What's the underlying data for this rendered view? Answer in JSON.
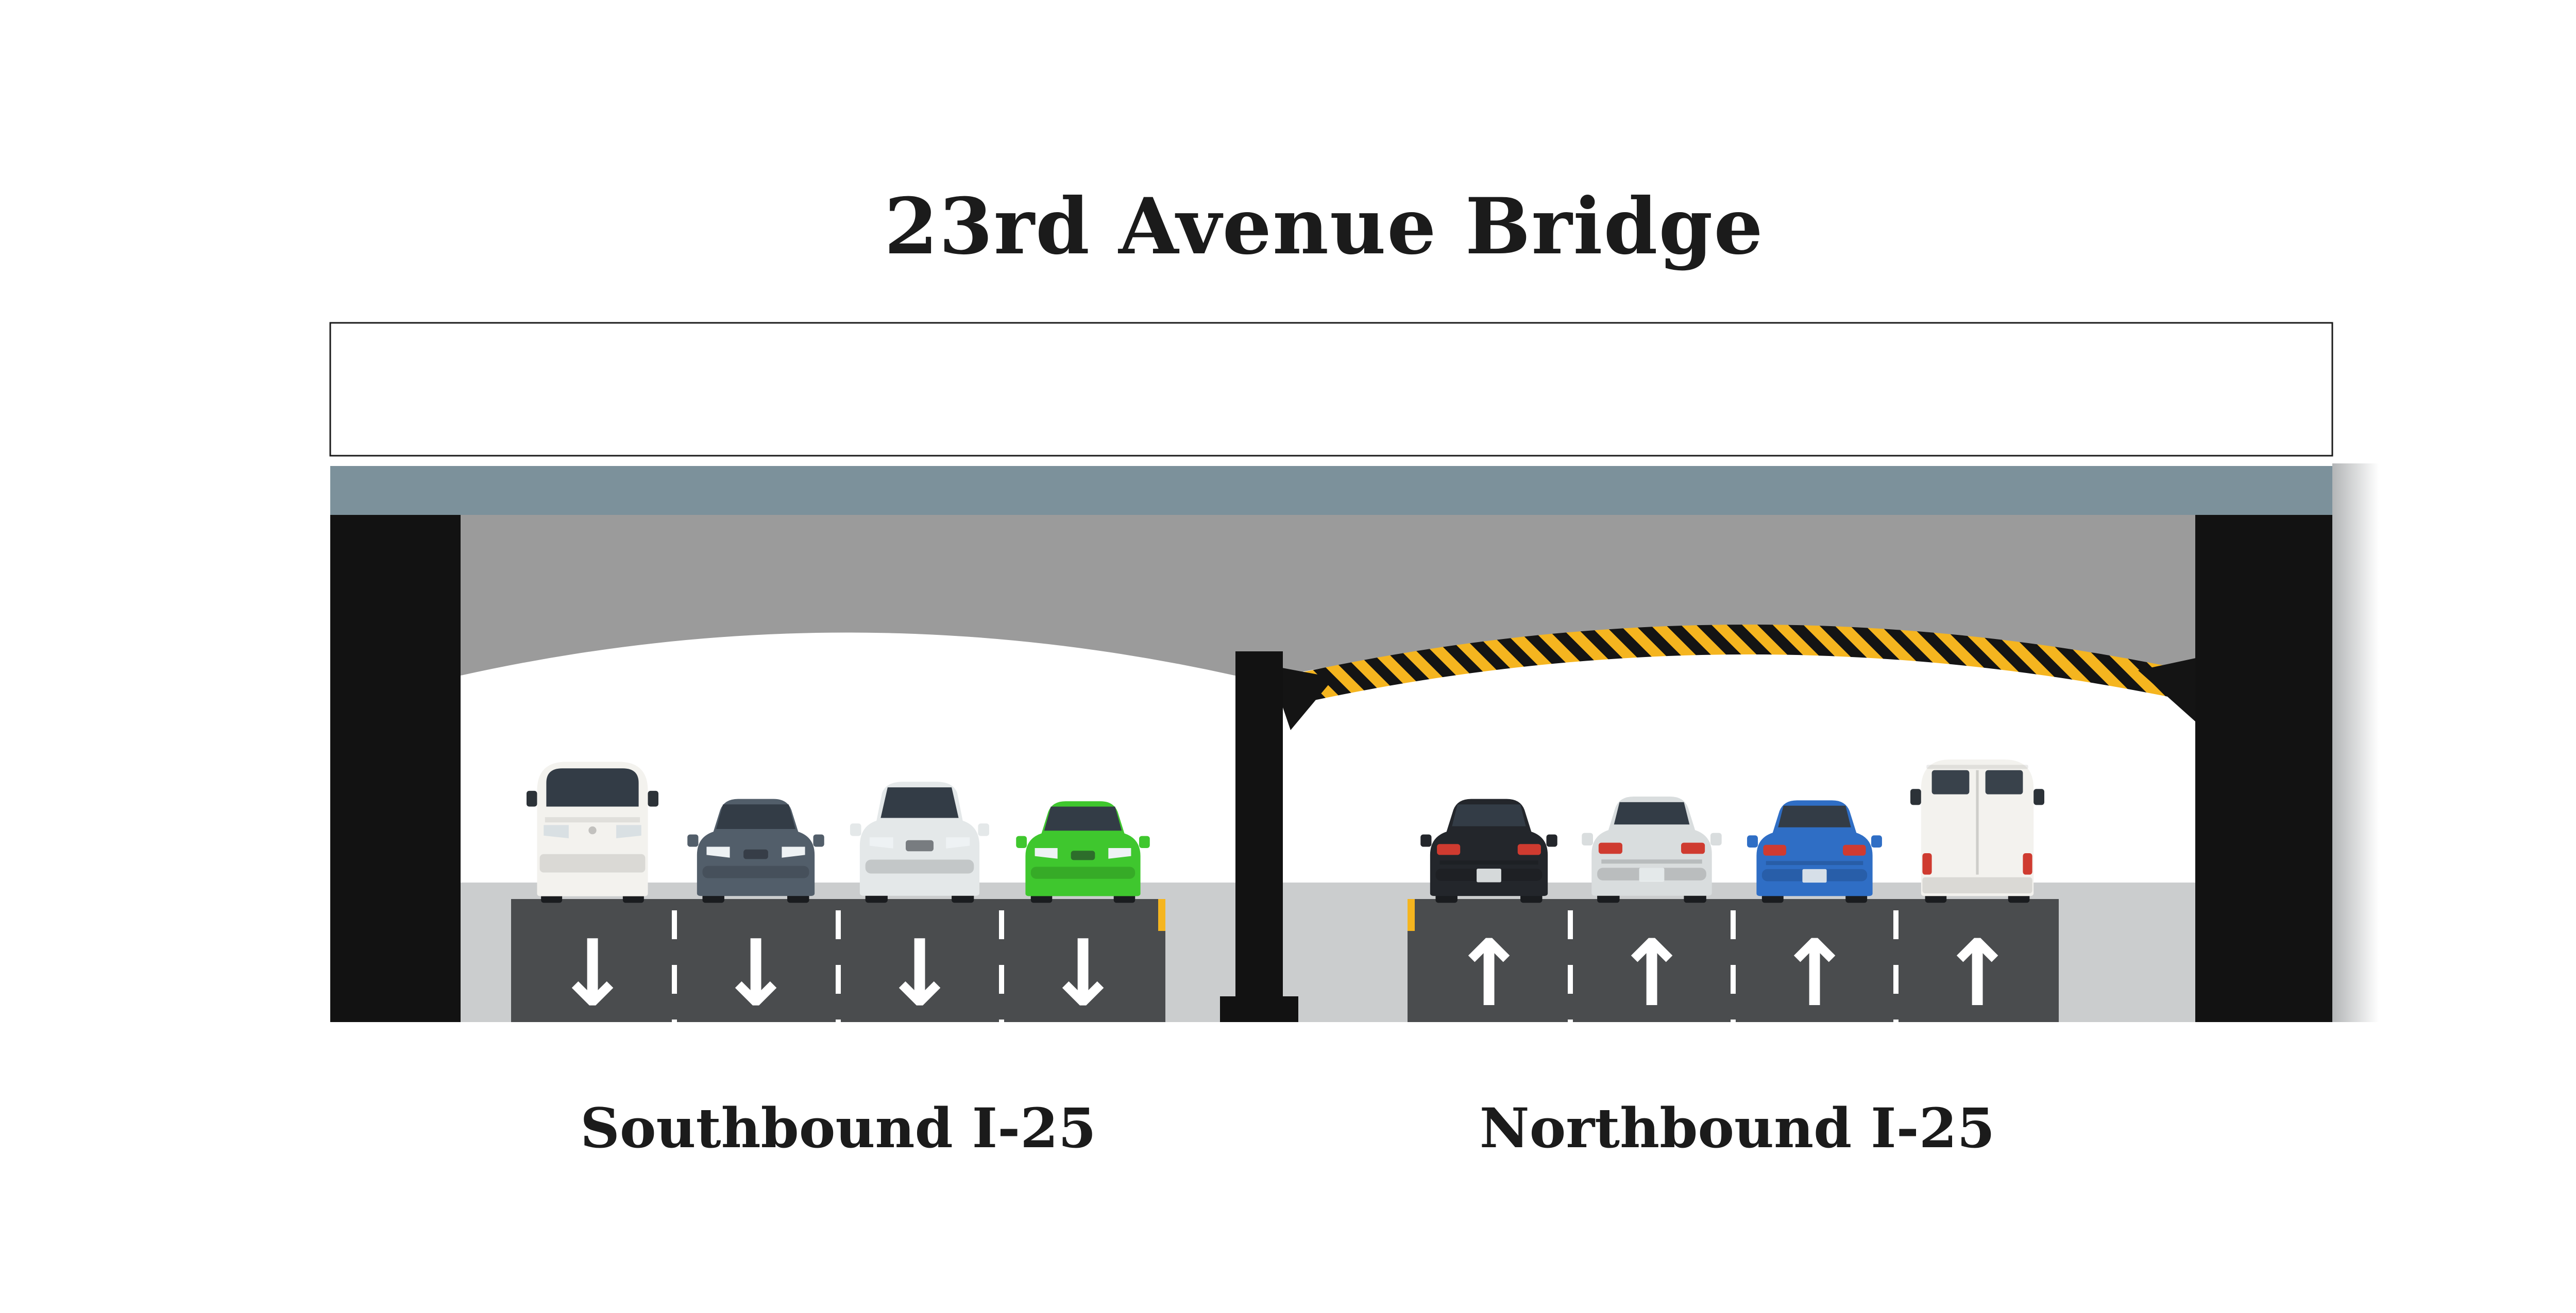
{
  "title": "23rd Avenue Bridge",
  "roadways": {
    "southbound": {
      "label": "Southbound I-25",
      "lanes": 4,
      "arrow": "↓"
    },
    "northbound": {
      "label": "Northbound I-25",
      "lanes": 4,
      "arrow": "↑"
    }
  },
  "vehicles": {
    "southbound": [
      {
        "name": "white-van",
        "type": "van",
        "view": "front",
        "color": "#F3F2EE"
      },
      {
        "name": "dark-gray-sedan",
        "type": "car",
        "view": "front",
        "color": "#525E6A"
      },
      {
        "name": "silver-suv",
        "type": "suv",
        "view": "front",
        "color": "#E4E8E9"
      },
      {
        "name": "green-car",
        "type": "car",
        "view": "front",
        "color": "#3FC72E"
      }
    ],
    "northbound": [
      {
        "name": "black-sedan",
        "type": "car",
        "view": "rear",
        "color": "#23262B"
      },
      {
        "name": "silver-coupe",
        "type": "car",
        "view": "rear",
        "color": "#D9DDDE"
      },
      {
        "name": "blue-sedan",
        "type": "car",
        "view": "rear",
        "color": "#2F6EC5"
      },
      {
        "name": "white-van",
        "type": "van",
        "view": "rear",
        "color": "#F3F2EE"
      }
    ]
  },
  "colors": {
    "deck": "#7C919B",
    "soffit": "#9B9B9B",
    "road": "#4A4C4E",
    "ground": "#CBCDCE",
    "pillar": "#121212",
    "hazard_yellow": "#F5B51F",
    "hazard_black": "#141414",
    "lane_marking": "#FFFFFF",
    "text": "#1B1B1B"
  }
}
